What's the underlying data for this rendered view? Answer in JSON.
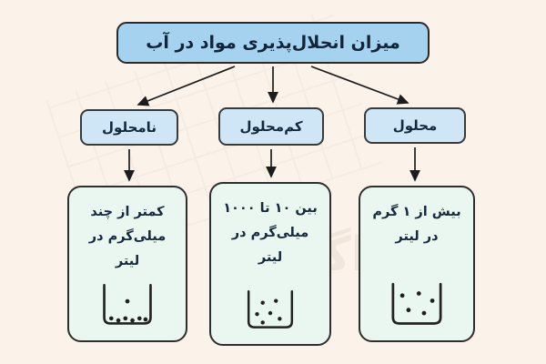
{
  "title": "میزان انحلال‌پذیری مواد در آب",
  "watermark": "فراگیرس",
  "colors": {
    "background": "#fbf2e9",
    "title_fill": "#a5d3ef",
    "label_fill": "#cfe6f7",
    "box_fill": "#e9f7f0",
    "stroke": "#2a2a2a"
  },
  "branches": [
    {
      "id": "insoluble",
      "label": "نامحلول",
      "description": "کمتر از چند میلی‌گرم در لیتر",
      "dots": [
        [
          28,
          18
        ],
        [
          12,
          35
        ],
        [
          19,
          37
        ],
        [
          26,
          35
        ],
        [
          33,
          37
        ],
        [
          40,
          35
        ],
        [
          46,
          36
        ]
      ]
    },
    {
      "id": "slightly-soluble",
      "label": "کم‌محلول",
      "description": "بین ۱۰ تا ۱۰۰۰ میلی‌گرم در لیتر",
      "dots": [
        [
          20,
          14
        ],
        [
          34,
          12
        ],
        [
          14,
          26
        ],
        [
          28,
          25
        ],
        [
          38,
          31
        ],
        [
          20,
          35
        ]
      ]
    },
    {
      "id": "soluble",
      "label": "محلول",
      "description": "بیش از ۱ گرم در لیتر",
      "dots": [
        [
          14,
          13
        ],
        [
          30,
          11
        ],
        [
          43,
          18
        ],
        [
          20,
          27
        ],
        [
          35,
          30
        ]
      ]
    }
  ]
}
